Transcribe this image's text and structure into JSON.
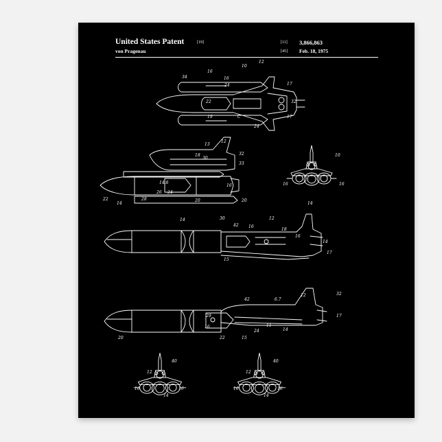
{
  "patent": {
    "title": "United States Patent",
    "title_tag": "[19]",
    "inventor": "von Pragenau",
    "number_tag": "[11]",
    "number": "3,866,863",
    "date_tag": "[45]",
    "date": "Feb. 18, 1975"
  },
  "colors": {
    "background": "#000000",
    "ink": "#ffffff",
    "frame": "#f2f2f2"
  },
  "figure_labels": {
    "fig1": [
      "10",
      "12",
      "16",
      "34",
      "24",
      "17",
      "32",
      "17",
      "22",
      "19",
      "C",
      "24",
      "16"
    ],
    "fig2": [
      "10",
      "16",
      "16",
      "14"
    ],
    "fig3": [
      "12",
      "13",
      "18",
      "30",
      "32",
      "33",
      "14.8",
      "20",
      "22",
      "14",
      "28",
      "26",
      "24",
      "20",
      "16"
    ],
    "fig4": [
      "14",
      "30",
      "42",
      "16",
      "12",
      "16",
      "14",
      "17",
      "15",
      "18"
    ],
    "fig5": [
      "42",
      "6.7",
      "12",
      "32",
      "29",
      "16",
      "17",
      "20",
      "22",
      "15",
      "24",
      "11",
      "14"
    ],
    "fig6": [
      "40",
      "12",
      "16",
      "16",
      "14"
    ],
    "fig7": [
      "40",
      "12",
      "16",
      "16",
      "14"
    ]
  }
}
